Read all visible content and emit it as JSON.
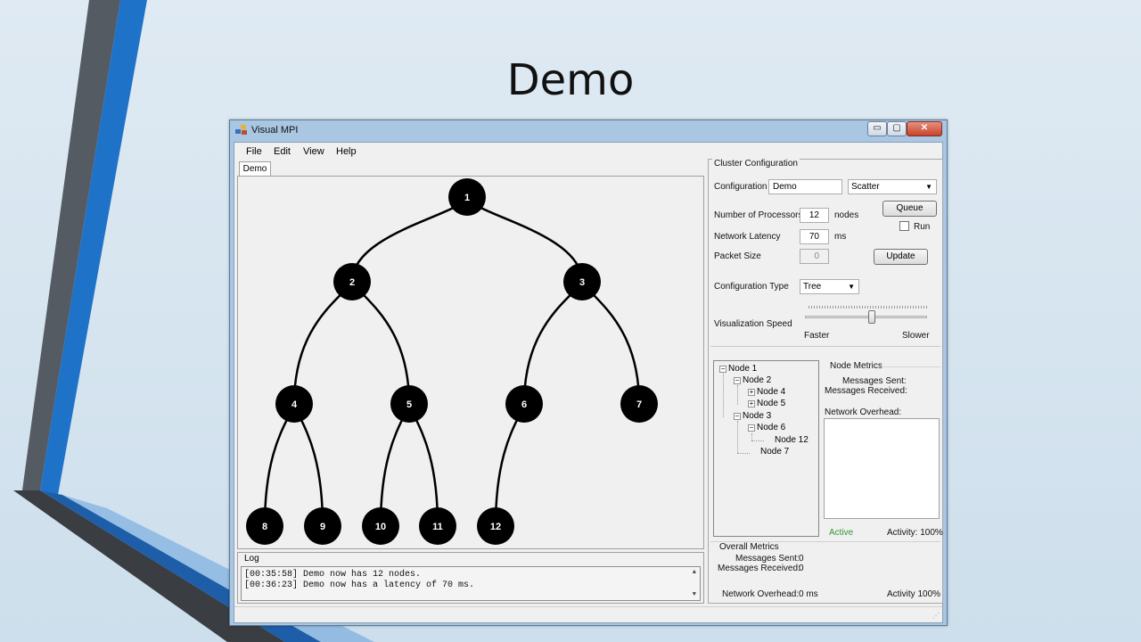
{
  "slide": {
    "title": "Demo"
  },
  "window": {
    "title": "Visual MPI",
    "controls": {
      "minimize": "▭",
      "maximize": "▢",
      "close": "✕"
    }
  },
  "menu": [
    "File",
    "Edit",
    "View",
    "Help"
  ],
  "tab": {
    "label": "Demo"
  },
  "tree_diagram": {
    "nodes": [
      "1",
      "2",
      "3",
      "4",
      "5",
      "6",
      "7",
      "8",
      "9",
      "10",
      "11",
      "12"
    ],
    "edges": [
      [
        "1",
        "2"
      ],
      [
        "1",
        "3"
      ],
      [
        "2",
        "4"
      ],
      [
        "2",
        "5"
      ],
      [
        "3",
        "6"
      ],
      [
        "3",
        "7"
      ],
      [
        "4",
        "8"
      ],
      [
        "4",
        "9"
      ],
      [
        "5",
        "10"
      ],
      [
        "5",
        "11"
      ],
      [
        "6",
        "12"
      ]
    ],
    "node_color": "#000000",
    "node_label_color": "#ffffff"
  },
  "log": {
    "label": "Log",
    "lines": [
      "[00:35:58] Demo now has 12 nodes.",
      "[00:36:23] Demo now has a latency of 70 ms."
    ]
  },
  "cluster_config": {
    "group_title": "Cluster Configuration",
    "configuration_label": "Configuration",
    "configuration_value": "Demo",
    "operation_value": "Scatter",
    "processors_label": "Number of Processors",
    "processors_value": "12",
    "processors_unit": "nodes",
    "latency_label": "Network Latency",
    "latency_value": "70",
    "latency_unit": "ms",
    "packet_label": "Packet Size",
    "packet_value": "0",
    "queue_button": "Queue",
    "run_label": "Run",
    "run_checked": false,
    "update_button": "Update",
    "config_type_label": "Configuration Type",
    "config_type_value": "Tree",
    "speed_label": "Visualization Speed",
    "speed_min_label": "Faster",
    "speed_max_label": "Slower",
    "speed_value_fraction": 0.55
  },
  "node_tree": [
    {
      "label": "Node 1",
      "toggle": "−"
    },
    {
      "label": "Node 2",
      "toggle": "−"
    },
    {
      "label": "Node 4",
      "toggle": "+"
    },
    {
      "label": "Node 5",
      "toggle": "+"
    },
    {
      "label": "Node 3",
      "toggle": "−"
    },
    {
      "label": "Node 6",
      "toggle": "−"
    },
    {
      "label": "Node 12",
      "toggle": ""
    },
    {
      "label": "Node 7",
      "toggle": ""
    }
  ],
  "node_metrics": {
    "group_title": "Node Metrics",
    "messages_sent_label": "Messages Sent:",
    "messages_received_label": "Messages Received:",
    "overhead_label": "Network Overhead:",
    "status": "Active",
    "status_color": "#2e9a2e",
    "activity": "Activity: 100%"
  },
  "overall_metrics": {
    "group_title": "Overall Metrics",
    "messages_sent_label": "Messages Sent:",
    "messages_sent_value": "0",
    "messages_received_label": "Messages Received:",
    "messages_received_value": "0",
    "overhead_label": "Network Overhead:",
    "overhead_value": "0 ms",
    "activity": "Activity 100%"
  }
}
